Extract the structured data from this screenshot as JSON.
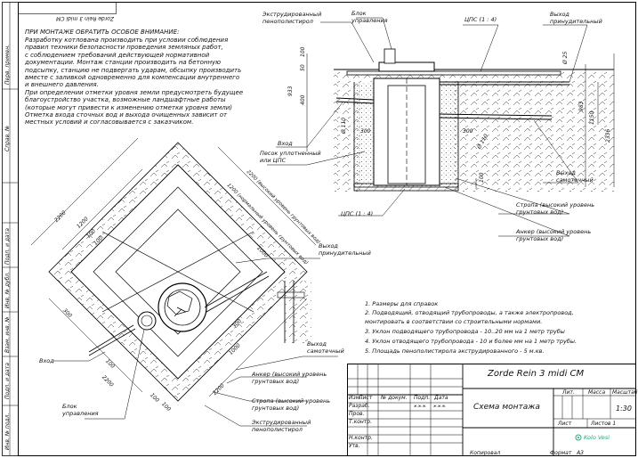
{
  "margin": {
    "top_ref": "Zorde Rein 3 midi CM",
    "left_labels": [
      "Инв. № подл.",
      "Подп. и дата",
      "Взам. инв. №",
      "Инв. № дубл.",
      "Подп. и дата",
      "Справ. №",
      "Перв. примен."
    ]
  },
  "notes": {
    "heading": "ПРИ МОНТАЖЕ ОБРАТИТЬ ОСОБОЕ ВНИМАНИЕ:",
    "lines": [
      "Разработку котлована производить при условии соблюдения",
      "правил техники безопасности проведения земляных работ,",
      "с соблюдением требований действующей нормативной",
      "документации. Монтаж станции производить на бетонную",
      "подсыпку, станцию не подвергать ударам, обсыпку производить",
      "вместе с заливкой одновременно для компенсации внутреннего",
      "и внешнего давления.",
      "При определении отметки уровня земли предусмотреть будущее",
      "благоустройство участка, возможные ландшафтные работы",
      "(которые могут привести к изменению отметки уровня земли)",
      "Отметка входа сточных вод и выхода очищенных зависит от",
      "местных условий и согласовывается с заказчиком."
    ]
  },
  "section_labels": {
    "eps": "Экструдированный\nпенополистирол",
    "block": "Блок\nуправления",
    "cps_top": "ЦПС (1 : 4)",
    "outlet_forced": "Выход\nпринудительный",
    "inlet": "Вход",
    "sand": "Песок уплотненный\nили ЦПС",
    "outlet_gravity": "Выход\nсамотечный",
    "cps_bottom": "ЦПС (1 : 4)",
    "sling": "Стропа (высокий уровень\nгрунтовых вод)",
    "anchor": "Анкер (высокий уровень\nгрунтовых вод)"
  },
  "section_dims": [
    "100",
    "50",
    "400",
    "933",
    "300",
    "Ø 110",
    "Ø 110",
    "300",
    "100",
    "Ø 25",
    "983",
    "1150",
    "2336"
  ],
  "plan_dims": [
    "2200",
    "1200",
    "100",
    "100",
    "2200 (высокий уровень грунтовых вод)",
    "1200 (нормальный уровень грунтовых вод)",
    "1000",
    "300",
    "300",
    "1000",
    "2200",
    "2200",
    "100",
    "100",
    "100"
  ],
  "plan_labels": {
    "outlet_forced": "Выход\nпринудительный",
    "outlet_gravity": "Выход\nсамотечный",
    "inlet": "Вход",
    "anchor": "Анкер (высокий уровень\nгрунтовых вод)",
    "sling": "Стропа (высокий уровень\nгрунтовых вод)",
    "eps": "Экструдированный\nпенополистирол",
    "block": "Блок\nуправления"
  },
  "general_notes": [
    "1. Размеры для справок",
    "2. Подводящий, отводящий трубопроводы, а также электропровод,",
    "монтировать в соответствии со строительными нормами.",
    "3. Уклон подводящего трубопровода - 10..20 мм на 1 метр трубы",
    "4. Уклон отводящего трубопровода - 10 и более мм на 1 метр трубы.",
    "5. Площадь пенополистирола экструдированного - 5 м.кв."
  ],
  "title_block": {
    "doc_name": "Zorde Rein 3 midi CM",
    "drawing_title": "Схема монтажа",
    "col_headers": [
      "Изм.",
      "Лист",
      "№ докум.",
      "Подп.",
      "Дата"
    ],
    "roles": [
      "Разраб.",
      "Пров.",
      "Т.контр.",
      "Н.контр.",
      "Утв."
    ],
    "developer_sign": "ж.ж.ж.",
    "developer_date": "ж.ж.ж.",
    "lit_label": "Лит.",
    "mass_label": "Масса",
    "scale_label": "Масштаб",
    "scale_value": "1:30",
    "sheet_label": "Лист",
    "sheets_label": "Листов 1",
    "company": "Kolo Vesi"
  },
  "footer": {
    "copied": "Копировал",
    "format": "Формат   А3"
  }
}
